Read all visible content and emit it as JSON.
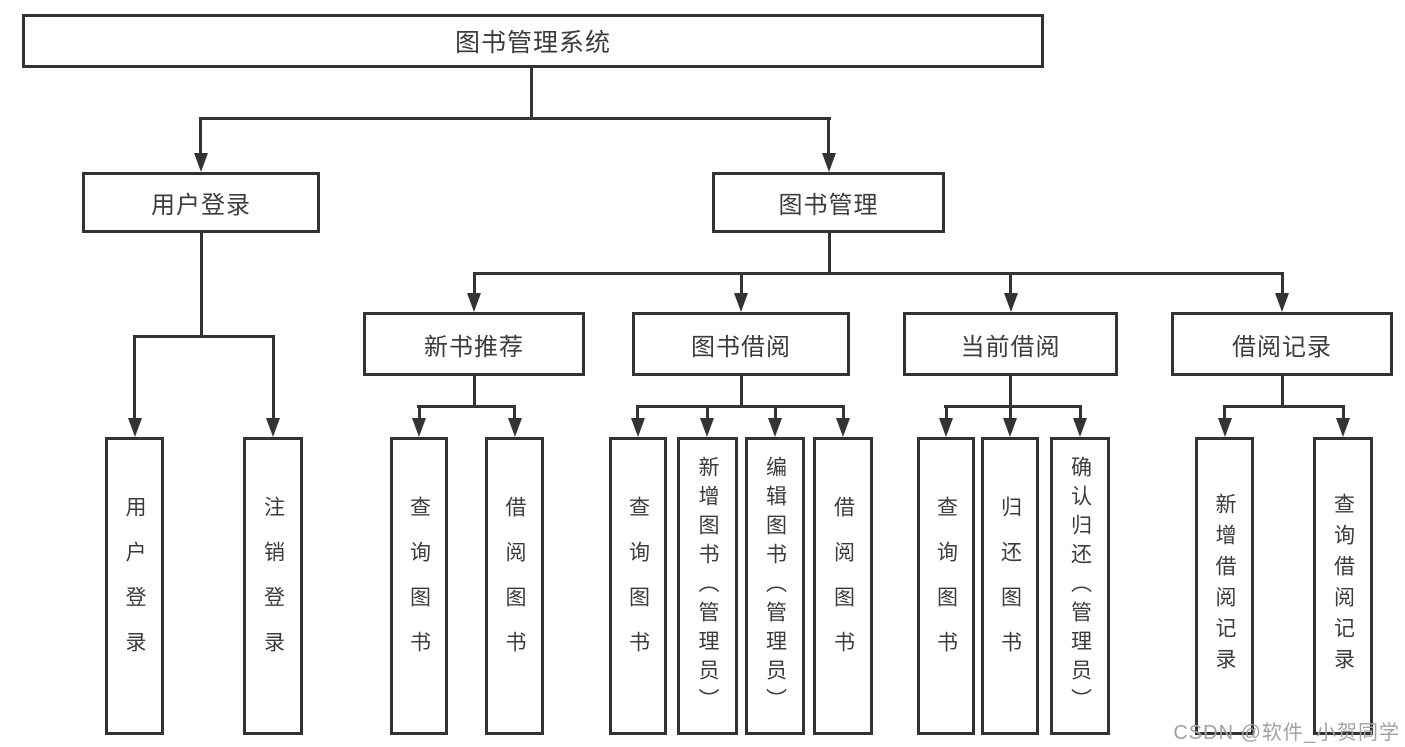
{
  "diagram": {
    "title_node": {
      "label": "图书管理系统"
    },
    "level2": [
      {
        "id": "user-login",
        "label": "用户登录"
      },
      {
        "id": "book-management",
        "label": "图书管理"
      }
    ],
    "level3": [
      {
        "id": "new-book-recommendation",
        "label": "新书推荐",
        "parent": "图书管理"
      },
      {
        "id": "book-borrowing",
        "label": "图书借阅",
        "parent": "图书管理"
      },
      {
        "id": "current-borrowing",
        "label": "当前借阅",
        "parent": "图书管理"
      },
      {
        "id": "borrowing-records",
        "label": "借阅记录",
        "parent": "图书管理"
      }
    ],
    "leaves": [
      {
        "parent": "用户登录",
        "label": "用户登录"
      },
      {
        "parent": "用户登录",
        "label": "注销登录"
      },
      {
        "parent": "新书推荐",
        "label": "查询图书"
      },
      {
        "parent": "新书推荐",
        "label": "借阅图书"
      },
      {
        "parent": "图书借阅",
        "label": "查询图书"
      },
      {
        "parent": "图书借阅",
        "label": "新增图书（管理员）"
      },
      {
        "parent": "图书借阅",
        "label": "编辑图书（管理员）"
      },
      {
        "parent": "图书借阅",
        "label": "借阅图书"
      },
      {
        "parent": "当前借阅",
        "label": "查询图书"
      },
      {
        "parent": "当前借阅",
        "label": "归还图书"
      },
      {
        "parent": "当前借阅",
        "label": "确认归还（管理员）"
      },
      {
        "parent": "借阅记录",
        "label": "新增借阅记录"
      },
      {
        "parent": "借阅记录",
        "label": "查询借阅记录"
      }
    ],
    "colors": {
      "line": "#333333",
      "text": "#3c3c3c",
      "box_background": "#ffffff",
      "watermark": "#a2a2a2"
    }
  },
  "watermark": {
    "text": "CSDN @软件_小贺同学"
  }
}
